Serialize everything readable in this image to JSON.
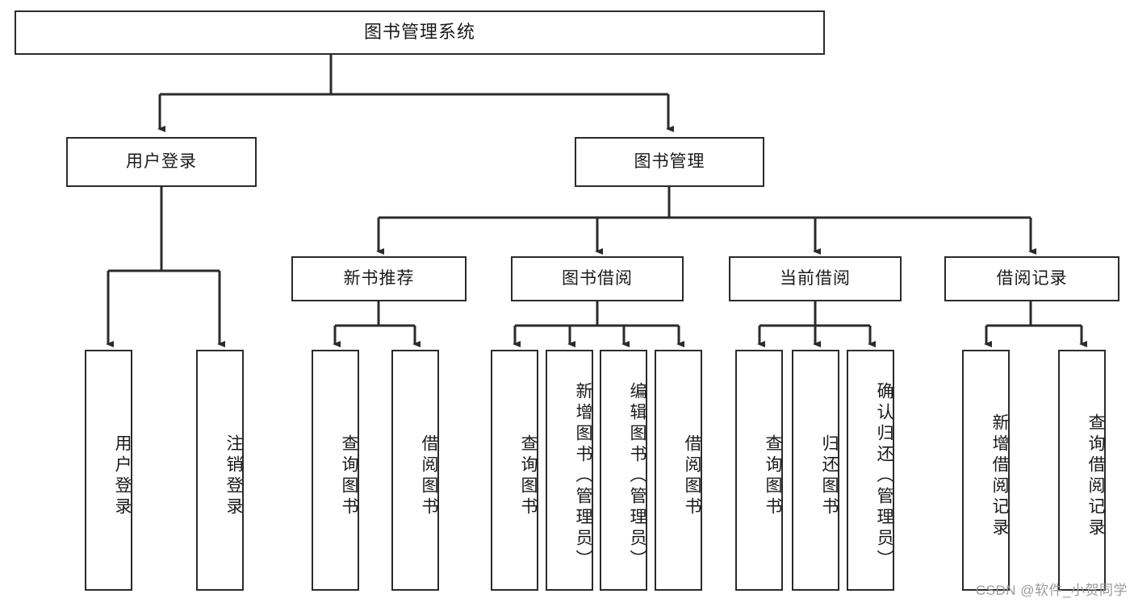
{
  "diagram": {
    "type": "tree",
    "title": "图书管理系统",
    "watermark": "CSDN @软件_小贺同学",
    "colors": {
      "box_border": "#2b2b2b",
      "box_fill": "#ffffff",
      "edge": "#2b2b2b",
      "text": "#1a1a1a",
      "watermark": "#9a9a9a",
      "background": "#ffffff"
    },
    "nodes": {
      "root": {
        "label": "图书管理系统"
      },
      "level2": [
        {
          "id": "user-login",
          "label": "用户登录"
        },
        {
          "id": "book-management",
          "label": "图书管理"
        }
      ],
      "level3": [
        {
          "id": "new-book-recommend",
          "label": "新书推荐"
        },
        {
          "id": "book-borrow",
          "label": "图书借阅"
        },
        {
          "id": "current-borrow",
          "label": "当前借阅"
        },
        {
          "id": "borrow-record",
          "label": "借阅记录"
        }
      ],
      "leaves": [
        {
          "id": "leaf-user-login",
          "label": "用户登录",
          "parent": "user-login"
        },
        {
          "id": "leaf-logout-login",
          "label": "注销登录",
          "parent": "user-login"
        },
        {
          "id": "leaf-query-book-1",
          "label": "查询图书",
          "parent": "new-book-recommend"
        },
        {
          "id": "leaf-borrow-book-1",
          "label": "借阅图书",
          "parent": "new-book-recommend"
        },
        {
          "id": "leaf-query-book-2",
          "label": "查询图书",
          "parent": "book-borrow"
        },
        {
          "id": "leaf-add-book-admin",
          "label": "新增图书（管理员）",
          "parent": "book-borrow"
        },
        {
          "id": "leaf-edit-book-admin",
          "label": "编辑图书（管理员）",
          "parent": "book-borrow"
        },
        {
          "id": "leaf-borrow-book-2",
          "label": "借阅图书",
          "parent": "book-borrow"
        },
        {
          "id": "leaf-query-book-3",
          "label": "查询图书",
          "parent": "current-borrow"
        },
        {
          "id": "leaf-return-book",
          "label": "归还图书",
          "parent": "current-borrow"
        },
        {
          "id": "leaf-confirm-return-admin",
          "label": "确认归还（管理员）",
          "parent": "current-borrow"
        },
        {
          "id": "leaf-add-borrow-record",
          "label": "新增借阅记录",
          "parent": "borrow-record"
        },
        {
          "id": "leaf-query-borrow-record",
          "label": "查询借阅记录",
          "parent": "borrow-record"
        }
      ]
    }
  }
}
